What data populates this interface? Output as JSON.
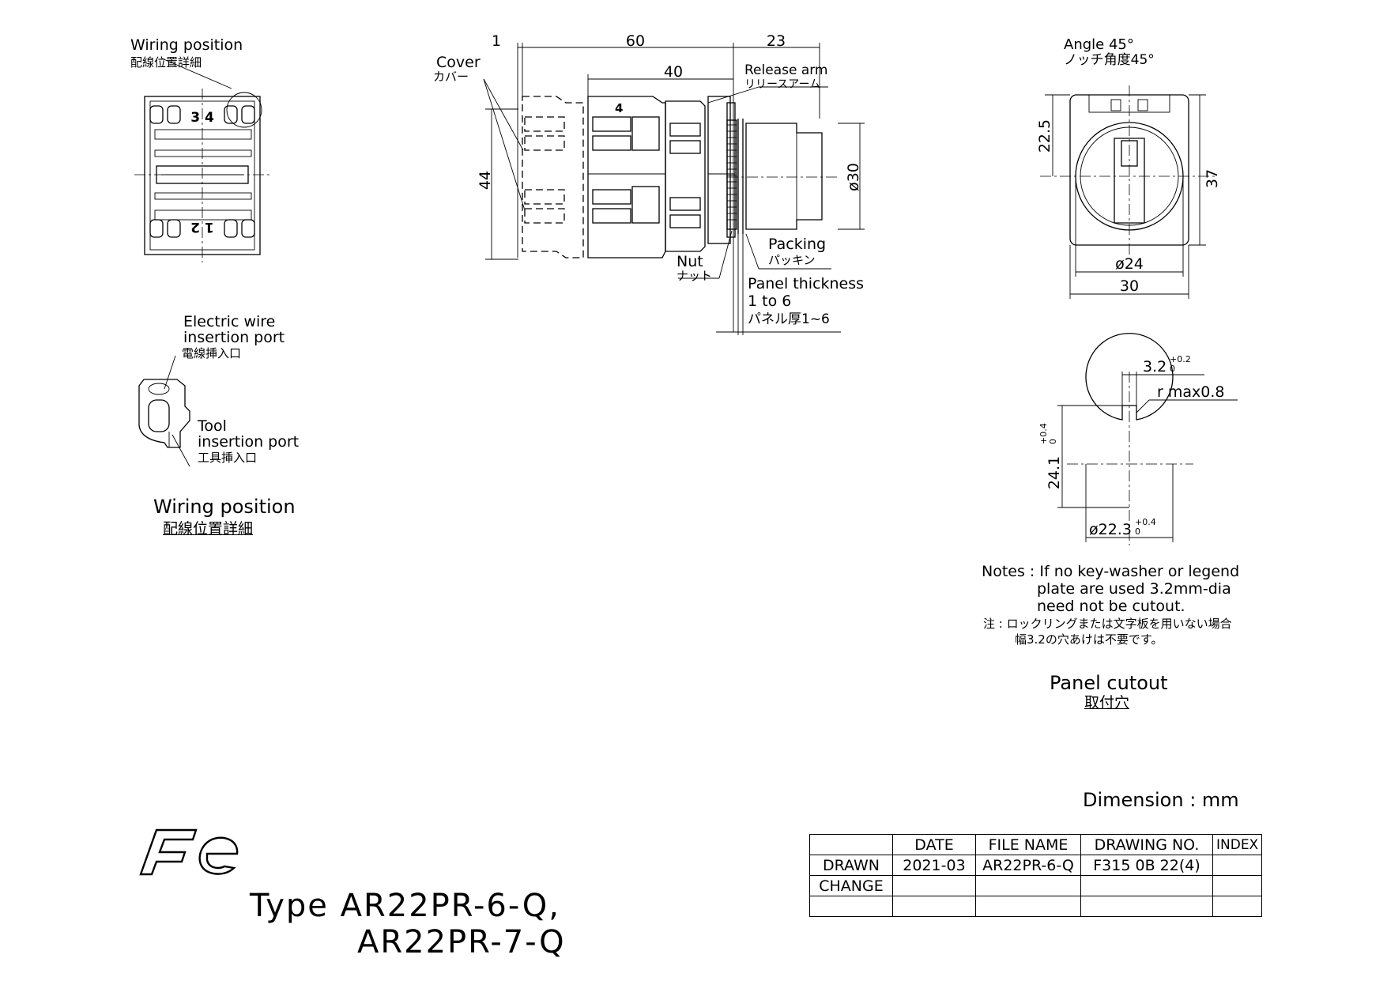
{
  "wiring_detail": {
    "en": "Wiring position",
    "ja": "配線位置詳細",
    "top_terminals": "3 4",
    "bottom_terminals": "1 2"
  },
  "ports": {
    "wire_en_1": "Electric wire",
    "wire_en_2": "insertion port",
    "wire_ja": "電線挿入口",
    "tool_en_1": "Tool",
    "tool_en_2": "insertion port",
    "tool_ja": "工具挿入口"
  },
  "wiring_caption": {
    "en": "Wiring position",
    "ja": "配線位置詳細"
  },
  "side_view": {
    "dim_1": "1",
    "dim_60": "60",
    "dim_23": "23",
    "dim_40": "40",
    "dim_44": "44",
    "dim_d30": "ø30",
    "terminal_4": "4",
    "cover_en": "Cover",
    "cover_ja": "カバー",
    "release_en": "Release arm",
    "release_ja": "リリースアーム",
    "packing_en": "Packing",
    "packing_ja": "パッキン",
    "nut_en": "Nut",
    "nut_ja": "ナット",
    "panel_en_1": "Panel thickness",
    "panel_en_2": "1 to 6",
    "panel_ja": "パネル厚1~6"
  },
  "front_view": {
    "angle_en": "Angle 45°",
    "angle_ja": "ノッチ角度45°",
    "dim_22_5": "22.5",
    "dim_37": "37",
    "dim_d24": "ø24",
    "dim_30": "30"
  },
  "cutout": {
    "dim_3_2": "3.2",
    "dim_3_2_tol_up": "+0.2",
    "dim_3_2_tol_low": "0",
    "r_max": "r max0.8",
    "dim_24_1": "24.1",
    "dim_24_1_tol_up": "+0.4",
    "dim_24_1_tol_low": "0",
    "dim_d22_3": "ø22.3",
    "dim_d22_3_tol_up": "+0.4",
    "dim_d22_3_tol_low": "0"
  },
  "notes": {
    "en_1": "Notes : If no key-washer or legend",
    "en_2": "plate are used 3.2mm-dia",
    "en_3": "need not be cutout.",
    "ja_1": "注 : ロックリングまたは文字板を用いない場合",
    "ja_2": "幅3.2の穴あけは不要です。"
  },
  "cutout_caption": {
    "en": "Panel cutout",
    "ja": "取付穴"
  },
  "dimension_unit": "Dimension : mm",
  "title_block": {
    "headers": [
      "",
      "DATE",
      "FILE NAME",
      "DRAWING NO.",
      "INDEX"
    ],
    "rows": [
      [
        "DRAWN",
        "2021-03",
        "AR22PR-6-Q",
        "F315 0B 22(4)",
        ""
      ],
      [
        "CHANGE",
        "",
        "",
        "",
        ""
      ],
      [
        "",
        "",
        "",
        "",
        ""
      ]
    ]
  },
  "logo_text": "Fe",
  "type_line_1": "Type  AR22PR-6-Q,",
  "type_line_2": "AR22PR-7-Q"
}
